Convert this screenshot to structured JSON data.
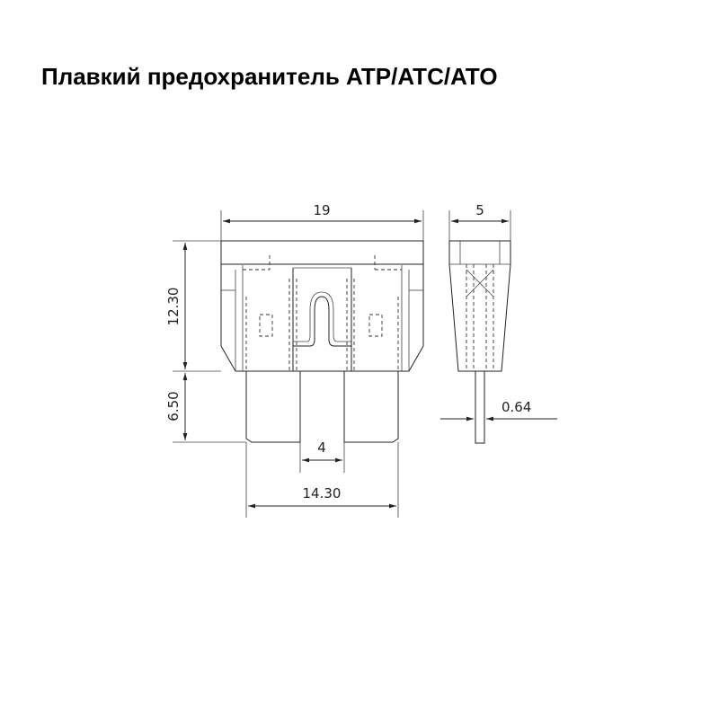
{
  "title": "Плавкий предохранитель ATP/ATC/ATO",
  "dimensions": {
    "width_total": "19",
    "thickness": "5",
    "body_height": "12.30",
    "blade_length": "6.50",
    "blade_thickness": "0.64",
    "blade_gap": "4",
    "blade_span": "14.30"
  }
}
